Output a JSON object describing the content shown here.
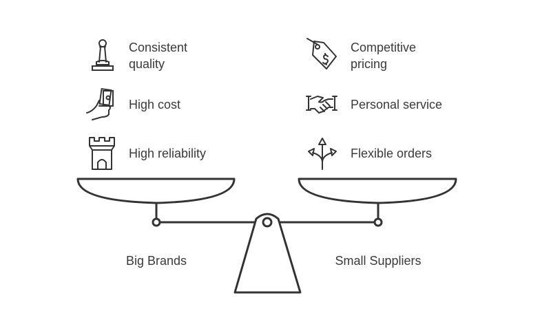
{
  "left": {
    "label": "Big Brands",
    "items": [
      {
        "icon": "chess-pawn-icon",
        "lines": [
          "Consistent",
          "quality"
        ]
      },
      {
        "icon": "hand-holding-money-icon",
        "lines": [
          "High cost"
        ]
      },
      {
        "icon": "castle-tower-icon",
        "lines": [
          "High reliability"
        ]
      }
    ]
  },
  "right": {
    "label": "Small Suppliers",
    "items": [
      {
        "icon": "price-tag-icon",
        "lines": [
          "Competitive",
          "pricing"
        ]
      },
      {
        "icon": "handshake-icon",
        "lines": [
          "Personal service"
        ]
      },
      {
        "icon": "branching-arrows-icon",
        "lines": [
          "Flexible orders"
        ]
      }
    ]
  },
  "colors": {
    "stroke": "#333333",
    "text": "#3a3a3a"
  }
}
